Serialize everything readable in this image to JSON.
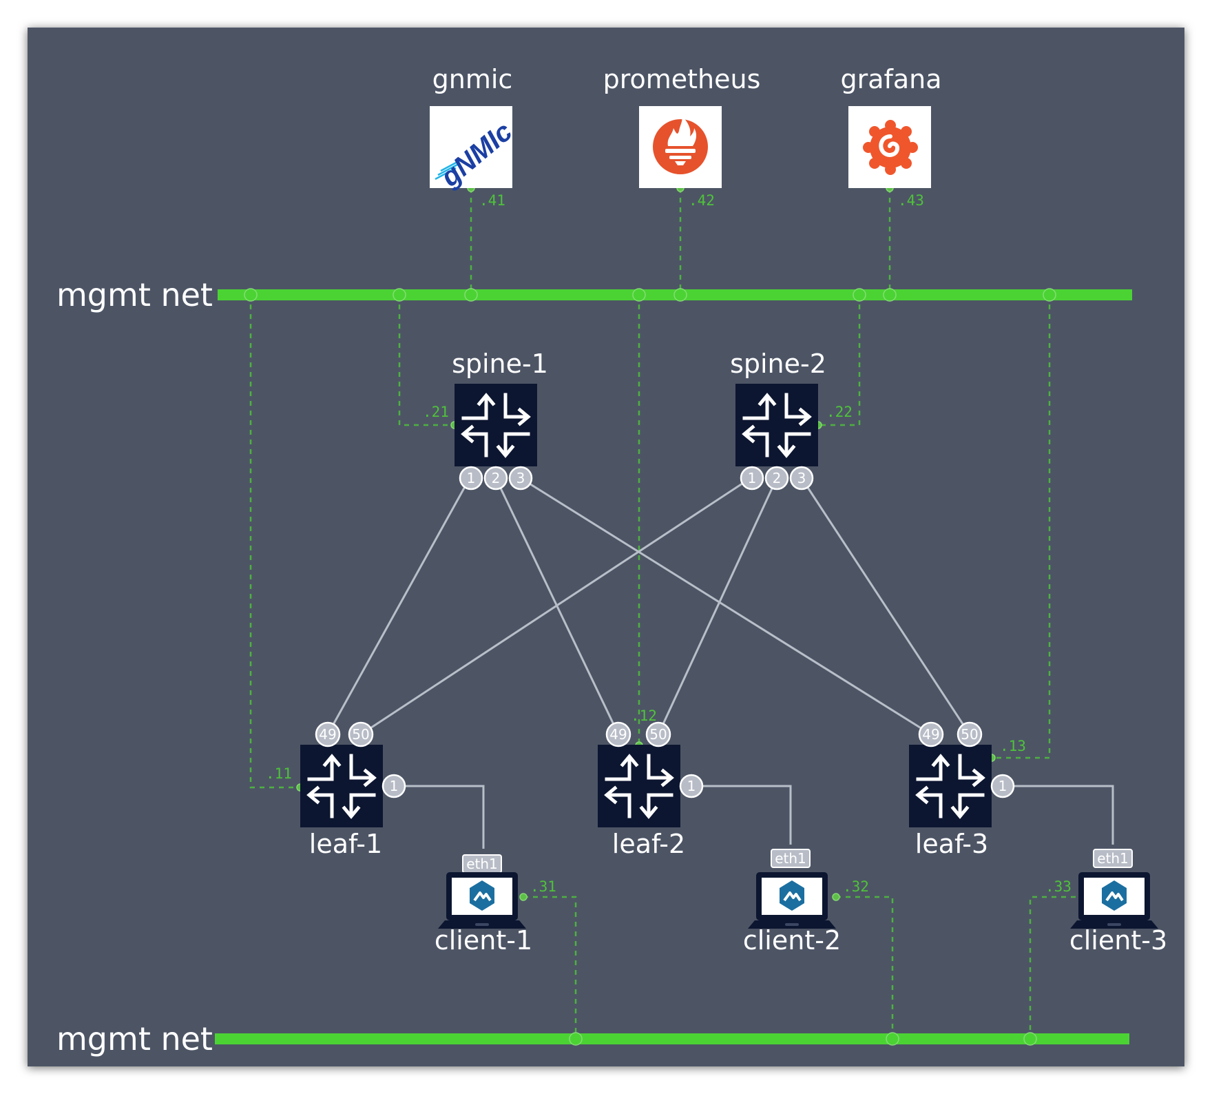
{
  "mgmt_net_label": "mgmt net",
  "monitoring": [
    {
      "id": "gnmic",
      "label": "gnmic",
      "ip": ".41",
      "logo_text": "gNMIc",
      "logo_color": "#1b3fa3",
      "accent": "#21b4e8"
    },
    {
      "id": "prometheus",
      "label": "prometheus",
      "ip": ".42",
      "logo_color": "#e6522c"
    },
    {
      "id": "grafana",
      "label": "grafana",
      "ip": ".43",
      "logo_color": "#f0562c"
    }
  ],
  "spines": [
    {
      "id": "spine-1",
      "label": "spine-1",
      "ip": ".21",
      "ports": [
        "1",
        "2",
        "3"
      ]
    },
    {
      "id": "spine-2",
      "label": "spine-2",
      "ip": ".22",
      "ports": [
        "1",
        "2",
        "3"
      ]
    }
  ],
  "leaves": [
    {
      "id": "leaf-1",
      "label": "leaf-1",
      "ip": ".11",
      "uplinks": [
        "49",
        "50"
      ],
      "downlink": "1"
    },
    {
      "id": "leaf-2",
      "label": "leaf-2",
      "ip": ".12",
      "uplinks": [
        "49",
        "50"
      ],
      "downlink": "1"
    },
    {
      "id": "leaf-3",
      "label": "leaf-3",
      "ip": ".13",
      "uplinks": [
        "49",
        "50"
      ],
      "downlink": "1"
    }
  ],
  "clients": [
    {
      "id": "client-1",
      "label": "client-1",
      "ip": ".31",
      "iface": "eth1"
    },
    {
      "id": "client-2",
      "label": "client-2",
      "ip": ".32",
      "iface": "eth1"
    },
    {
      "id": "client-3",
      "label": "client-3",
      "ip": ".33",
      "iface": "eth1"
    }
  ],
  "colors": {
    "background": "#4d5565",
    "mgmt_bus": "#4bd334",
    "router": "#0c1630",
    "link": "#b9bfc9"
  }
}
